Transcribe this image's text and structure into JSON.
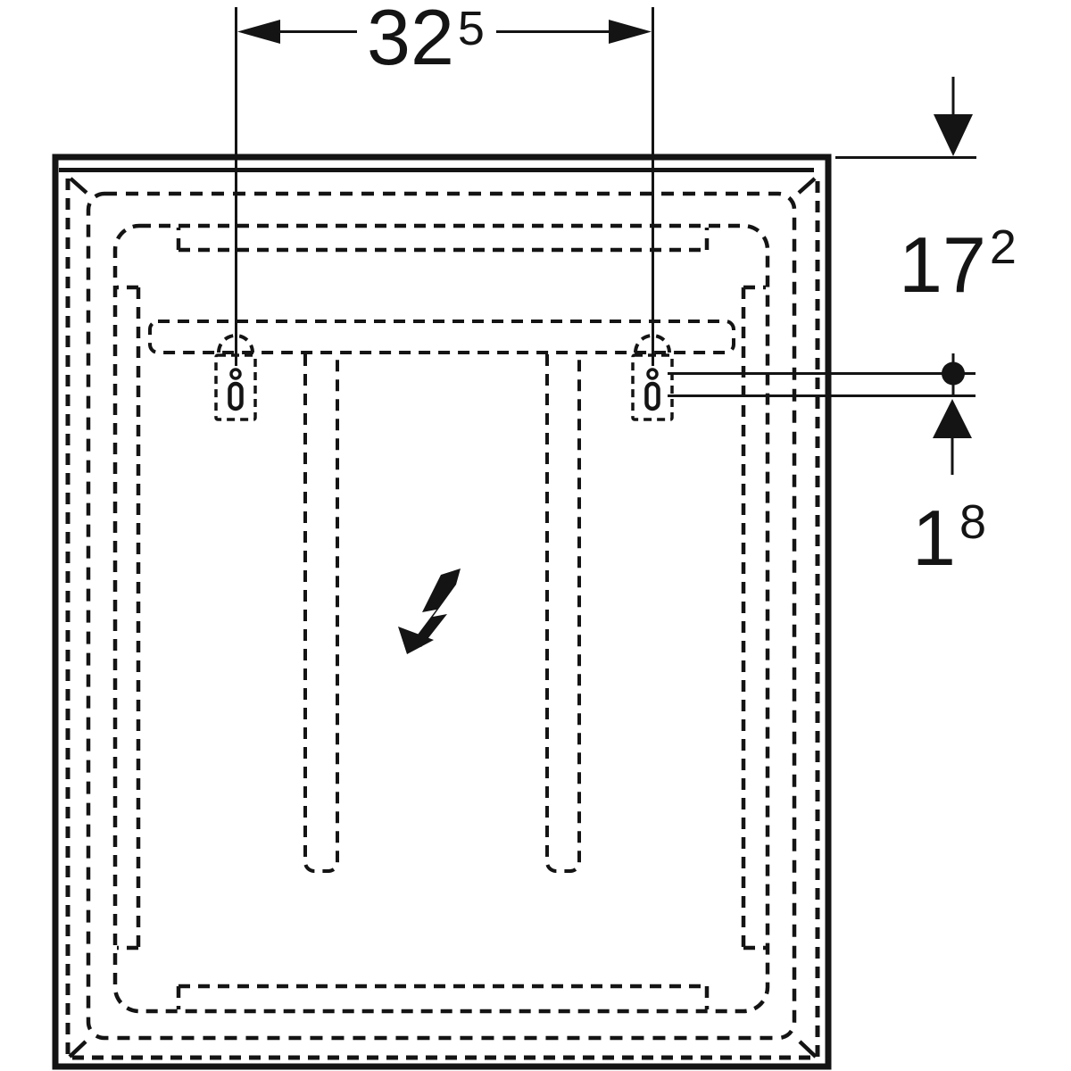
{
  "canvas": {
    "background": "#ffffff",
    "line_color": "#141414"
  },
  "dimensions": {
    "width": {
      "value": "32",
      "sup": "5"
    },
    "top_to_mounting_hole": {
      "value": "17",
      "sup": "2"
    },
    "mounting_hole_to_slot": {
      "value": "1",
      "sup": "8"
    }
  },
  "icons": {
    "power_supply": "lightning-bolt-arrow"
  }
}
